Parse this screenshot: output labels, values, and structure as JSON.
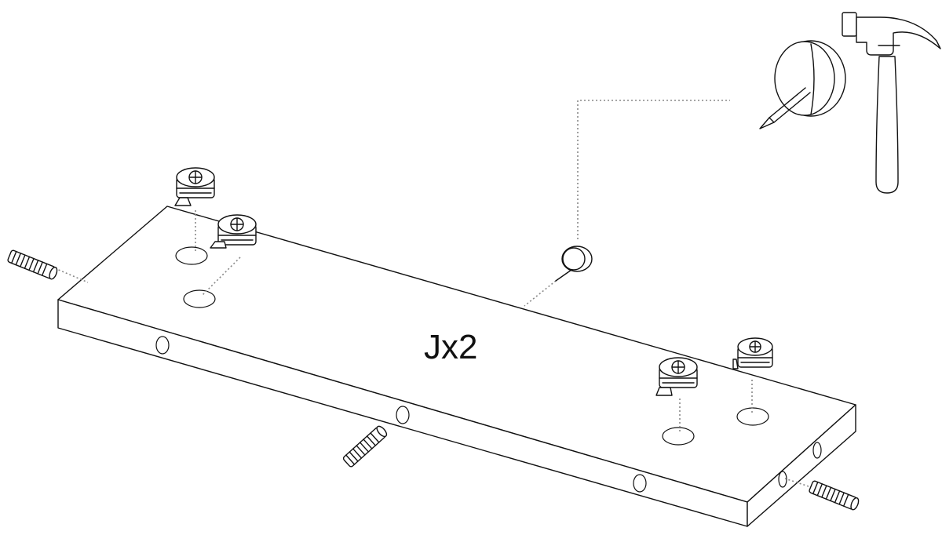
{
  "diagram": {
    "quantity_label": "Jx2"
  },
  "parts": {
    "board": "board-panel",
    "dowels": [
      "dowel",
      "dowel",
      "dowel"
    ],
    "cam_locks": [
      "cam-lock",
      "cam-lock",
      "cam-lock",
      "cam-lock"
    ],
    "foot_pad": "felt-foot-pad",
    "tool": "hammer-icon"
  },
  "colors": {
    "line": "#111111",
    "guide": "#888888",
    "background": "#ffffff"
  }
}
